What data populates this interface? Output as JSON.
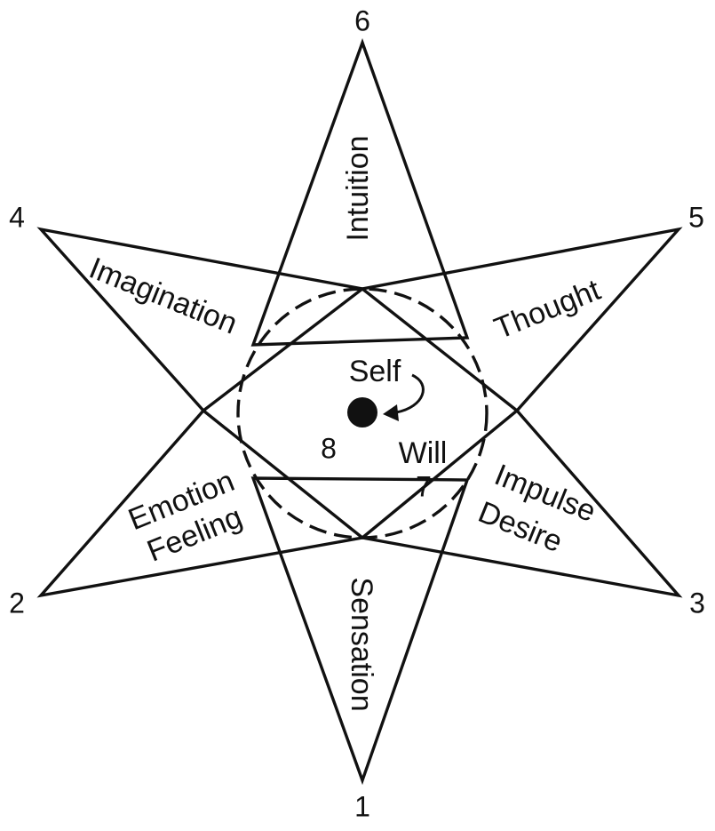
{
  "diagram": {
    "vertices": {
      "v1": "1",
      "v2": "2",
      "v3": "3",
      "v4": "4",
      "v5": "5",
      "v6": "6",
      "will_number": "7",
      "self_number": "8"
    },
    "labels": {
      "intuition": "Intuition",
      "imagination": "Imagination",
      "thought": "Thought",
      "emotion": "Emotion",
      "feeling": "Feeling",
      "impulse": "Impulse",
      "desire": "Desire",
      "sensation": "Sensation",
      "self": "Self",
      "will": "Will"
    },
    "colors": {
      "stroke": "#111111",
      "background": "#ffffff"
    }
  }
}
